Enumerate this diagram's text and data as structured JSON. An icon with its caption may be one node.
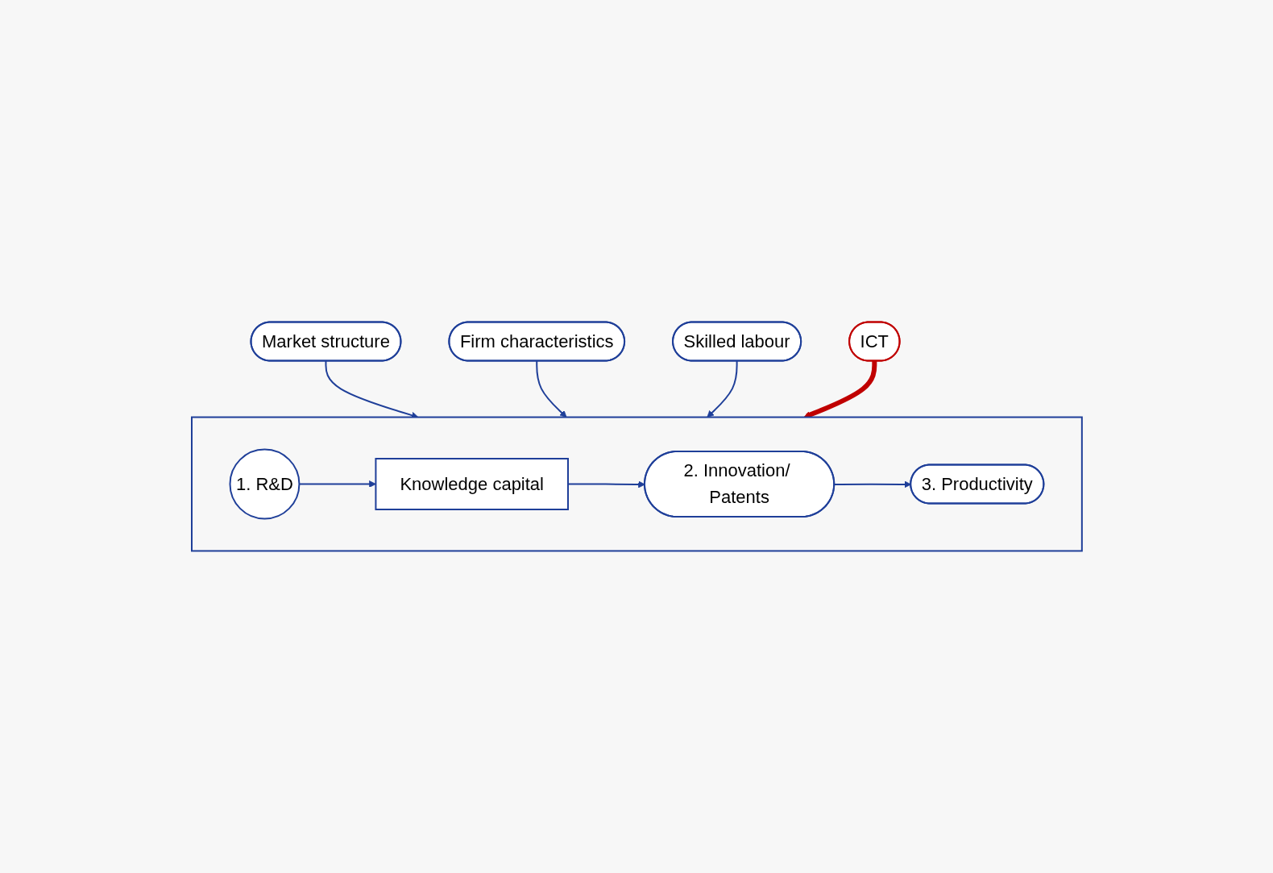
{
  "diagram": {
    "nodes": [
      {
        "text": [
          "Market structure"
        ]
      },
      {
        "text": [
          "Firm characteristics"
        ]
      },
      {
        "text": [
          "Skilled labour"
        ]
      },
      {
        "text": [],
        "shape": "box"
      },
      {
        "text": [
          "1. R&D"
        ],
        "in": 3
      },
      {
        "text": [
          "Knowledge capital"
        ],
        "in": 3
      },
      {
        "text": [
          "2. Innovation/ Patents"
        ],
        "in": 3
      },
      {
        "text": [
          "3. Productivity"
        ],
        "in": 3
      },
      {
        "text": [
          "ICT"
        ]
      }
    ],
    "edges": [
      {
        "from": 0,
        "to": 3,
        "arrow": "to"
      },
      {
        "from": 1,
        "to": 3,
        "arrow": "to"
      },
      {
        "from": 2,
        "to": 3,
        "arrow": "to"
      },
      {
        "from": 4,
        "to": 5,
        "arrow": "to"
      },
      {
        "from": 5,
        "to": 6,
        "arrow": "to"
      },
      {
        "from": 6,
        "to": 7,
        "arrow": "to"
      },
      {
        "from": 8,
        "to": 3,
        "arrow": "to",
        "style": "thick",
        "color": "#c00000"
      }
    ]
  }
}
